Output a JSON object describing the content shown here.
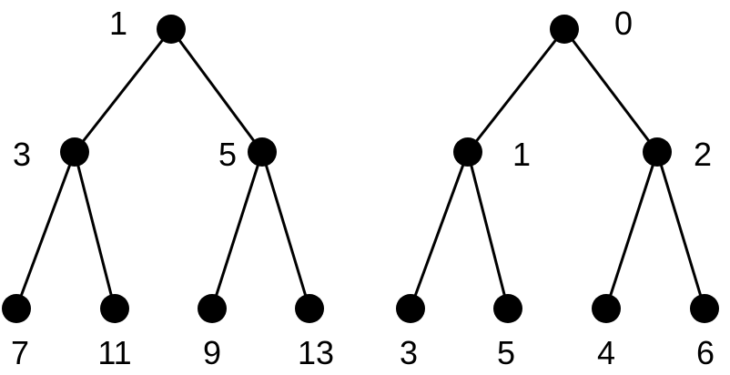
{
  "colors": {
    "node": "#000000",
    "edge": "#000000",
    "background": "#ffffff"
  },
  "trees": [
    {
      "id": "left-tree",
      "nodes": {
        "root": {
          "label": "1"
        },
        "left_child": {
          "label": "3"
        },
        "right_child": {
          "label": "5"
        },
        "leaf_1": {
          "label": "7"
        },
        "leaf_2": {
          "label": "11"
        },
        "leaf_3": {
          "label": "9"
        },
        "leaf_4": {
          "label": "13"
        }
      },
      "edges": [
        [
          "root",
          "left_child"
        ],
        [
          "root",
          "right_child"
        ],
        [
          "left_child",
          "leaf_1"
        ],
        [
          "left_child",
          "leaf_2"
        ],
        [
          "right_child",
          "leaf_3"
        ],
        [
          "right_child",
          "leaf_4"
        ]
      ]
    },
    {
      "id": "right-tree",
      "nodes": {
        "root": {
          "label": "0"
        },
        "left_child": {
          "label": "1"
        },
        "right_child": {
          "label": "2"
        },
        "leaf_1": {
          "label": "3"
        },
        "leaf_2": {
          "label": "5"
        },
        "leaf_3": {
          "label": "4"
        },
        "leaf_4": {
          "label": "6"
        }
      },
      "edges": [
        [
          "root",
          "left_child"
        ],
        [
          "root",
          "right_child"
        ],
        [
          "left_child",
          "leaf_1"
        ],
        [
          "left_child",
          "leaf_2"
        ],
        [
          "right_child",
          "leaf_3"
        ],
        [
          "right_child",
          "leaf_4"
        ]
      ]
    }
  ]
}
